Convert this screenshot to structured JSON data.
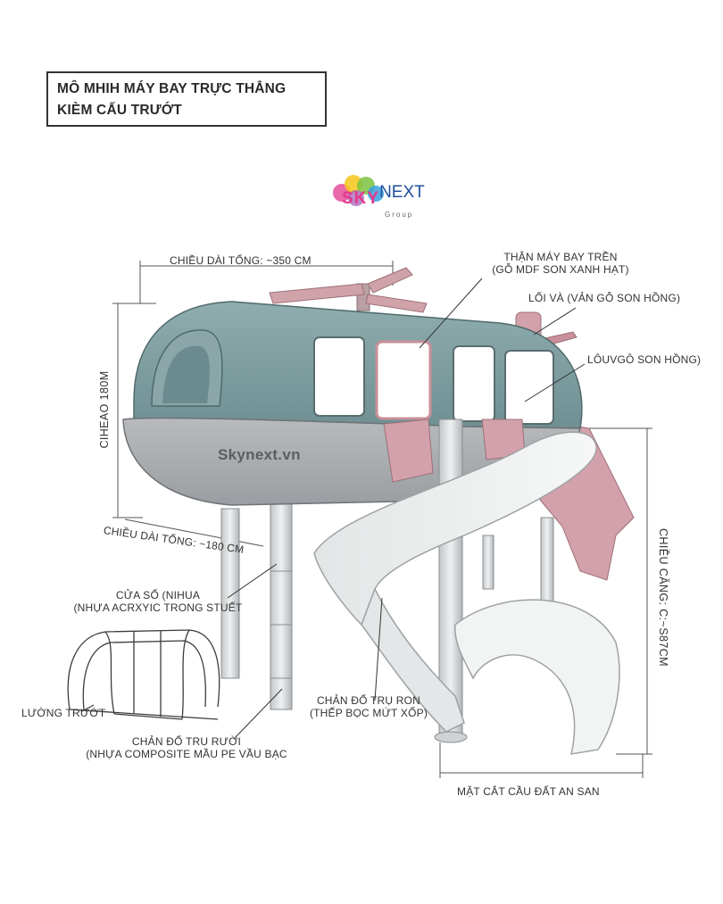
{
  "title": {
    "line1": "MÔ MHIH MÁY BAY TRỰC THẲNG",
    "line2": "KIÈM CẤU TRƯỚT"
  },
  "logo": {
    "word1": "SKY",
    "word2": "NEXT",
    "sub": "Group"
  },
  "watermark": "Skynext.vn",
  "labels": {
    "overall_length": "CHIỀU DÀI TỔNG: ~350 CM",
    "fuselage_line1": "THẬN MÁY BAY TRỀN",
    "fuselage_line2": "(GỖ MDF SON XANH HẠT)",
    "tail": "LỐI VÀ (VẢN GỖ SON HỒNG)",
    "entry": "LÔUVGÔ SON HỒNG)",
    "height_left": "CIHEAO 180M",
    "length_lower": "CHIỀU DÀI TỔNG: ~180 CM",
    "window_line1": "CỬA SỔ (NIHUA",
    "window_line2": "(NHỰA ACRXYIC TRONG STUẾT",
    "slide_tunnel": "LƯỜNG TRƯỚT",
    "leg_line1": "CHẢN ĐỔ TRU RƯỜI",
    "leg_line2": "(NHỰA COMPOSITE MẦU PE VẦU BẠC",
    "post_line1": "CHẢN ĐỔ TRỤ RON",
    "post_line2": "(THẾP BỌC MỨT XỐP)",
    "height_right": "CHIỀU CĂNG: C:~S87CM",
    "base": "MẶT CẮT CẦU ĐẤT AN SAN"
  },
  "colors": {
    "fuselage_top": "#7f9ea0",
    "fuselage_bottom": "#a9acaf",
    "pink": "#d4a0aa",
    "slide": "#eceeee",
    "line": "#444444",
    "logo_sky": "#e33a8c",
    "logo_next": "#1f4f9d"
  }
}
